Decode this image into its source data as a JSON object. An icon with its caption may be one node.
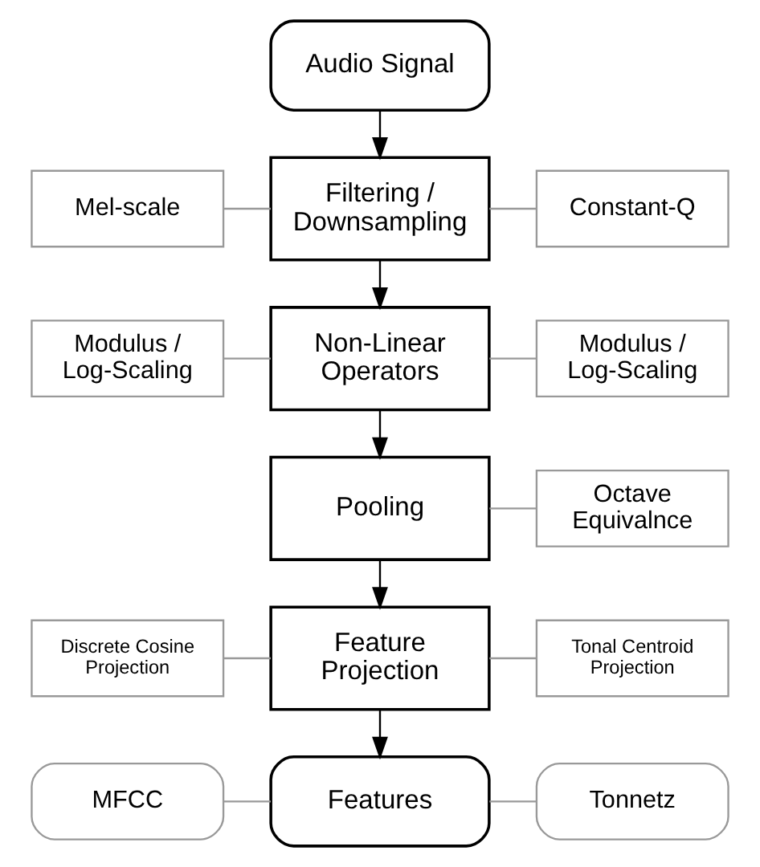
{
  "diagram": {
    "nodes": [
      {
        "text": [
          "Audio Signal"
        ]
      },
      {
        "text": [
          "Mel-scale"
        ]
      },
      {
        "text": [
          "Filtering / Downsampling"
        ]
      },
      {
        "text": [
          "Constant-Q"
        ]
      },
      {
        "text": [
          "Modulus / Log-Scaling"
        ]
      },
      {
        "text": [
          "Non-Linear Operators"
        ]
      },
      {
        "text": [
          "Modulus / Log-Scaling"
        ]
      },
      {
        "text": [
          "Pooling"
        ]
      },
      {
        "text": [
          "Octave Equivalnce"
        ]
      },
      {
        "text": [
          "Discrete Cosine Projection"
        ]
      },
      {
        "text": [
          "Feature Projection"
        ]
      },
      {
        "text": [
          "Tonal Centroid Projection"
        ]
      },
      {
        "text": [
          "MFCC"
        ]
      },
      {
        "text": [
          "Features"
        ]
      },
      {
        "text": [
          "Tonnetz"
        ]
      }
    ],
    "edges": [
      {
        "from": 0,
        "to": 2,
        "arrow": "to",
        "color": "#000000"
      },
      {
        "from": 1,
        "to": 2,
        "arrow": "none",
        "color": "#999999"
      },
      {
        "from": 2,
        "to": 3,
        "arrow": "none",
        "color": "#999999"
      },
      {
        "from": 2,
        "to": 5,
        "arrow": "to",
        "color": "#000000"
      },
      {
        "from": 4,
        "to": 5,
        "arrow": "none",
        "color": "#999999"
      },
      {
        "from": 5,
        "to": 6,
        "arrow": "none",
        "color": "#999999"
      },
      {
        "from": 5,
        "to": 7,
        "arrow": "to",
        "color": "#000000"
      },
      {
        "from": 7,
        "to": 8,
        "arrow": "none",
        "color": "#999999"
      },
      {
        "from": 7,
        "to": 10,
        "arrow": "to",
        "color": "#000000"
      },
      {
        "from": 9,
        "to": 10,
        "arrow": "none",
        "color": "#999999"
      },
      {
        "from": 10,
        "to": 11,
        "arrow": "none",
        "color": "#999999"
      },
      {
        "from": 10,
        "to": 13,
        "arrow": "to",
        "color": "#000000"
      },
      {
        "from": 12,
        "to": 13,
        "arrow": "none",
        "color": "#999999"
      },
      {
        "from": 13,
        "to": 14,
        "arrow": "none",
        "color": "#999999"
      }
    ]
  }
}
